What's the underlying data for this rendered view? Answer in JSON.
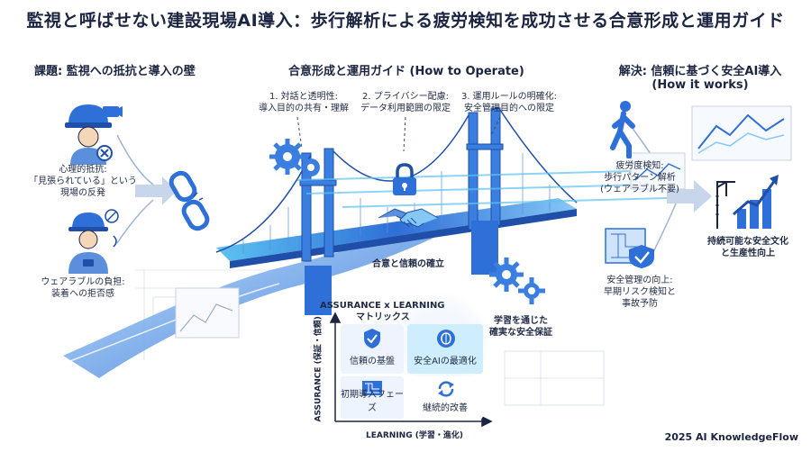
{
  "title": "監視と呼ばせない建設現場AI導入：歩行解析による疲労検知を成功させる合意形成と運用ガイド",
  "left": {
    "heading": "課題: 監視への抵抗と導入の壁",
    "item1": [
      "心理的抵抗:",
      "「見張られている」という",
      "現場の反発"
    ],
    "item2": [
      "ウェアラブルの負担:",
      "装着への拒否感"
    ]
  },
  "center": {
    "heading": "合意形成と運用ガイド (How to Operate)",
    "step1": [
      "1. 対話と透明性:",
      "導入目的の共有・理解"
    ],
    "step2": [
      "2. プライバシー配慮:",
      "データ利用範囲の限定"
    ],
    "step3": [
      "3. 運用ルールの明確化:",
      "安全管理目的への限定"
    ],
    "bridge_label": "合意と信頼の確立",
    "matrix_title": [
      "ASSURANCE x LEARNING",
      "マトリックス"
    ],
    "matrix_cells": {
      "top_left": "信頼の基盤",
      "top_right": "安全AIの最適化",
      "bottom_left": "初期導入フェーズ",
      "bottom_right": "継続的改善"
    },
    "y_axis": "ASSURANCE (保証・信頼)",
    "x_axis": "LEARNING (学習・進化)",
    "learning_note": [
      "学習を通じた",
      "確実な安全保証"
    ]
  },
  "right": {
    "heading": [
      "解決: 信頼に基づく安全AI導入",
      "(How it works)"
    ],
    "item1": [
      "疲労度検知:",
      "歩行パターン解析",
      "(ウェアラブル不要)"
    ],
    "item2": [
      "安全管理の向上:",
      "早期リスク検知と",
      "事故予防"
    ],
    "outcome": [
      "持続可能な安全文化",
      "と生産性向上"
    ]
  },
  "footer": "2025 AI KnowledgeFlow",
  "colors": {
    "primary_blue": "#2f6fd8",
    "light_blue": "#cfe3fb",
    "dark_navy": "#1b2440",
    "accent_cyan": "#5ec3f0"
  }
}
